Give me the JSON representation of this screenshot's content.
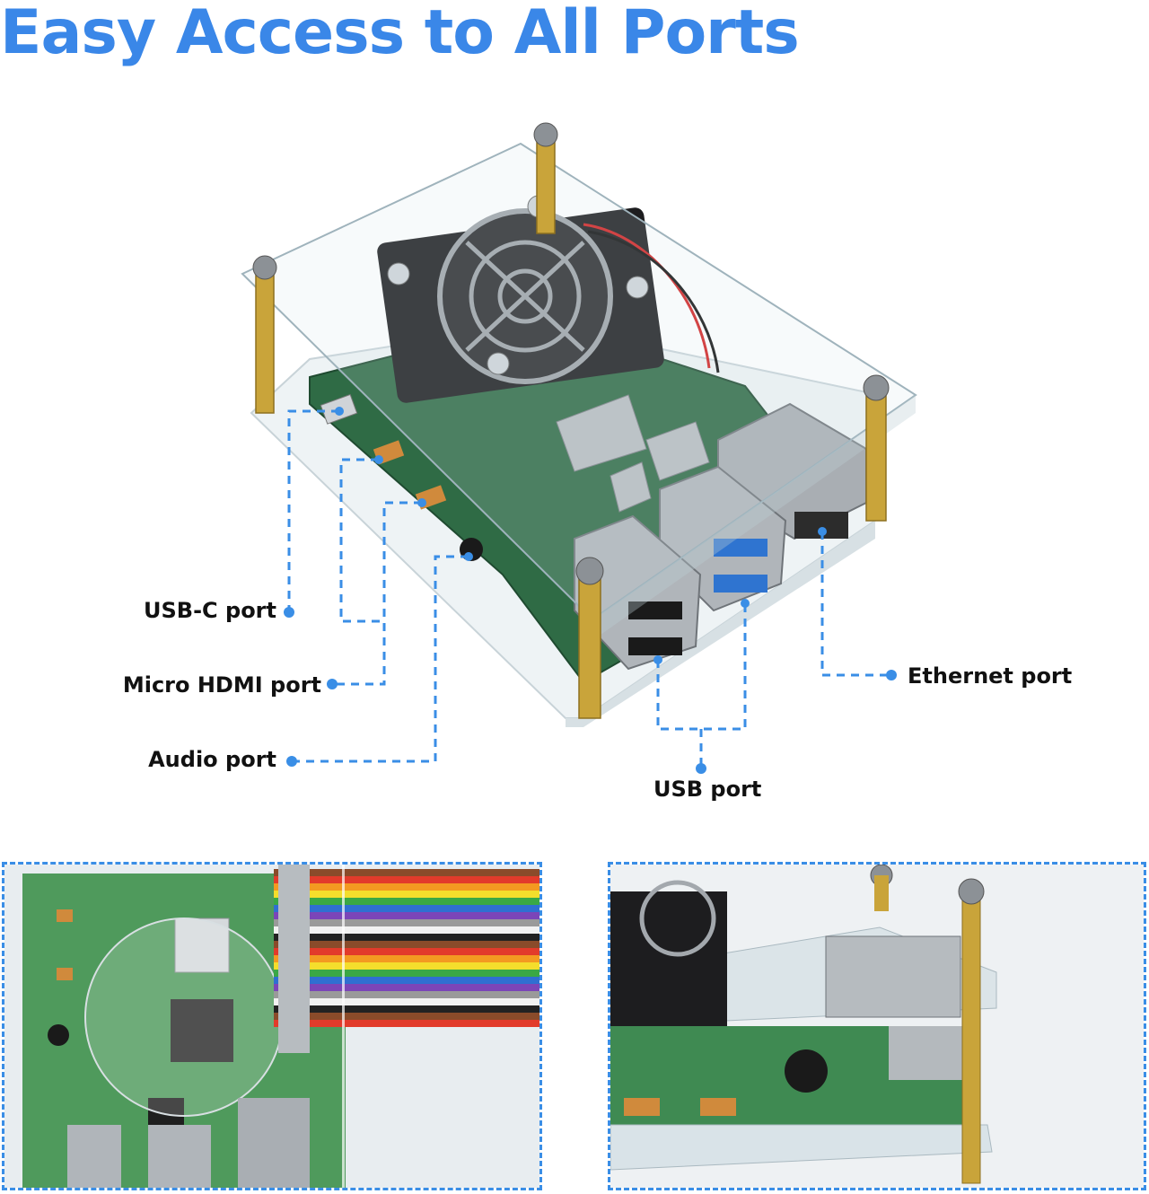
{
  "title": "Easy Access to All Ports",
  "colors": {
    "title": "#3a87e8",
    "callout_line": "#3a8ee6",
    "label_text": "#111111",
    "pcb_green": "#2f6b45",
    "brass": "#c9a43a"
  },
  "callouts": {
    "usb_c": "USB-C port",
    "micro_hdmi": "Micro HDMI port",
    "audio": "Audio port",
    "ethernet": "Ethernet port",
    "usb": "USB port"
  }
}
